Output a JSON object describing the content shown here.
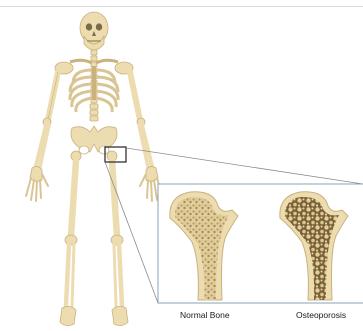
{
  "diagram": {
    "labels": {
      "normal": "Normal Bone",
      "osteoporosis": "Osteoporosis"
    },
    "colors": {
      "bone": "#ecdcb0",
      "bone_outline": "#c9b27c",
      "cortex": "#d6c08a",
      "normal_trabecular": "#b9a273",
      "osteo_trabecular": "#8a6f44",
      "frame": "#8aa0b8",
      "callout_line": "#8c8c8c"
    },
    "icons": [
      "skeleton",
      "femur-normal",
      "femur-osteoporosis"
    ]
  }
}
